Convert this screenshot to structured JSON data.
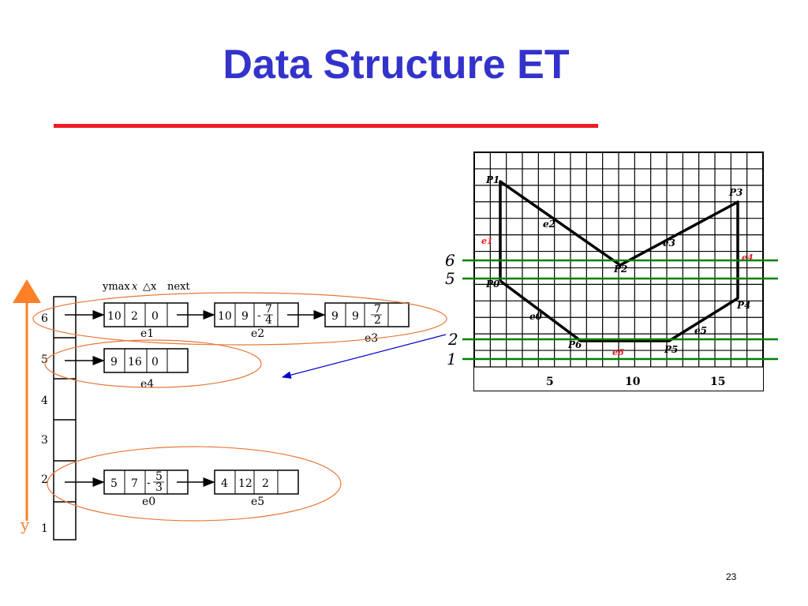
{
  "slide": {
    "title": "Data Structure ET",
    "page_number": "23"
  },
  "colors": {
    "title": "#3333cc",
    "rule": "#ee1c24",
    "scanline": "#008000",
    "y_arrow": "#ff7f27",
    "pointer": "#0000cc",
    "ellipse": "#e8773a"
  },
  "node_header": {
    "ymax": "ymax",
    "x": "x",
    "dx": "△x",
    "next": "next"
  },
  "bucket_labels": {
    "b6": "6",
    "b5": "5",
    "b4": "4",
    "b3": "3",
    "b2": "2",
    "b1": "1"
  },
  "y_axis_label": "y",
  "nodes": {
    "e1": {
      "label": "e1",
      "ymax": "10",
      "x": "2",
      "dx": "0"
    },
    "e2": {
      "label": "e2",
      "ymax": "10",
      "x": "9",
      "dx_sign": "-",
      "dx_num": "7",
      "dx_den": "4"
    },
    "e3": {
      "label": "e3",
      "ymax": "9",
      "x": "9",
      "dx_num": "7",
      "dx_den": "2"
    },
    "e4": {
      "label": "e4",
      "ymax": "9",
      "x": "16",
      "dx": "0"
    },
    "e0": {
      "label": "e0",
      "ymax": "5",
      "x": "7",
      "dx_sign": "-",
      "dx_num": "5",
      "dx_den": "3"
    },
    "e5": {
      "label": "e5",
      "ymax": "4",
      "x": "12",
      "dx": "2"
    }
  },
  "polygon": {
    "vertices": {
      "P0": "P0",
      "P1": "P1",
      "P2": "P2",
      "P3": "P3",
      "P4": "P4",
      "P5": "P5",
      "P6": "P6"
    },
    "edges": {
      "e0": "e0",
      "e1": "e1",
      "e2": "e2",
      "e3": "e3",
      "e4": "e4",
      "e5": "e5",
      "e6": "e6"
    },
    "x_ticks": {
      "t5": "5",
      "t10": "10",
      "t15": "15"
    }
  },
  "scanlines": {
    "s6": "6",
    "s5": "5",
    "s2": "2",
    "s1": "1"
  }
}
